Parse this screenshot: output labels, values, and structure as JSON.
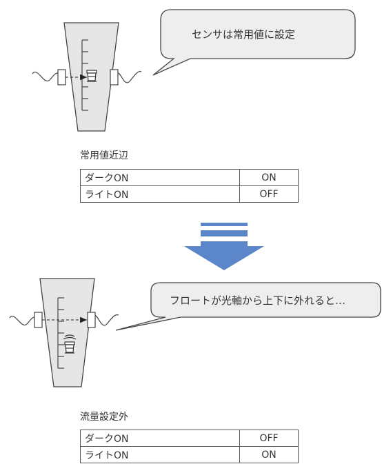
{
  "top": {
    "bubble_text": "センサは常用値に設定",
    "caption": "常用値近辺",
    "rows": [
      {
        "label": "ダークON",
        "value": "ON"
      },
      {
        "label": "ライトON",
        "value": "OFF"
      }
    ]
  },
  "bottom": {
    "bubble_text": "フロートが光軸から上下に外れると…",
    "caption": "流量設定外",
    "rows": [
      {
        "label": "ダークON",
        "value": "OFF"
      },
      {
        "label": "ライトON",
        "value": "ON"
      }
    ]
  },
  "colors": {
    "tube_fill": "#e6e6e6",
    "bubble_fill": "#eeeeee",
    "stroke": "#444444",
    "arrow": "#5b86c9"
  }
}
